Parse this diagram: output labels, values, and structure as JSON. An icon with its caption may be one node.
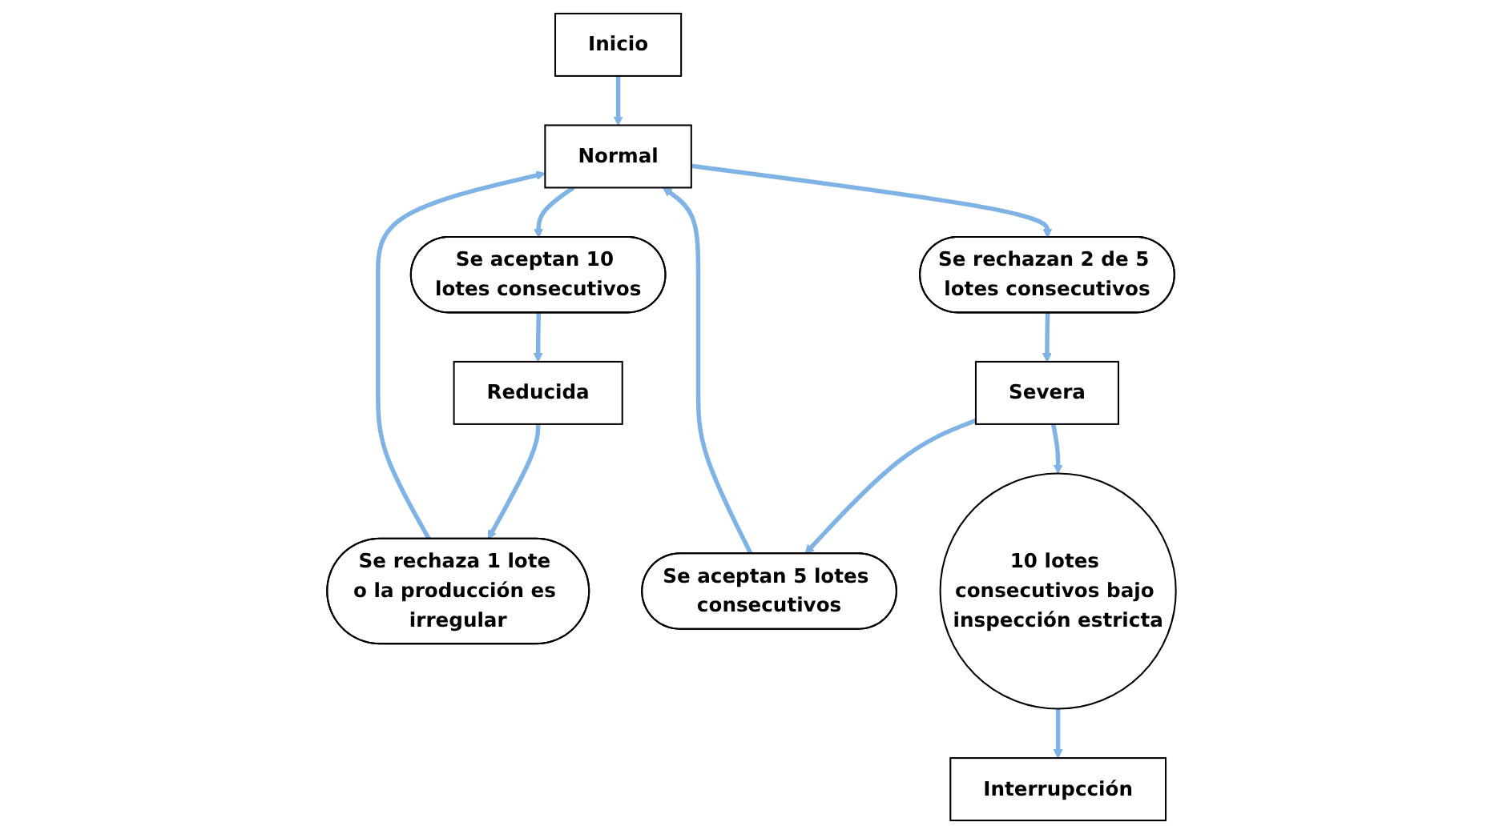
{
  "diagram": {
    "nodes": [
      {
        "text": [
          "Inicio"
        ]
      },
      {
        "text": [
          "Se aceptan 10 lotes consecutivos"
        ]
      },
      {
        "text": [
          "Se rechazan 2 de 5 lotes consecutivos"
        ]
      },
      {
        "text": [
          "Reducida"
        ]
      },
      {
        "text": [
          "Normal"
        ]
      },
      {
        "text": [
          "Severa"
        ]
      },
      {
        "text": [
          "Se rechaza 1 lote o la producción es irregular"
        ]
      },
      {
        "text": [
          "Se aceptan 5 lotes consecutivos"
        ]
      },
      {
        "text": [
          "10 lotes consecutivos bajo inspección estricta"
        ]
      },
      {
        "text": [
          "Interrupcción"
        ]
      }
    ],
    "edges": [
      {
        "from": 0,
        "to": 4,
        "arrow": "to"
      },
      {
        "from": 4,
        "to": 1,
        "arrow": "to"
      },
      {
        "from": 1,
        "to": 3,
        "arrow": "to"
      },
      {
        "from": 4,
        "to": 2,
        "arrow": "to"
      },
      {
        "from": 2,
        "to": 5,
        "arrow": "to"
      },
      {
        "from": 3,
        "to": 6,
        "arrow": "to"
      },
      {
        "from": 6,
        "to": 4,
        "arrow": "to"
      },
      {
        "from": 7,
        "to": 4,
        "arrow": "to"
      },
      {
        "from": 5,
        "to": 7,
        "arrow": "to"
      },
      {
        "from": 5,
        "to": 8,
        "arrow": "to"
      },
      {
        "from": 8,
        "to": 9,
        "arrow": "to"
      }
    ]
  }
}
